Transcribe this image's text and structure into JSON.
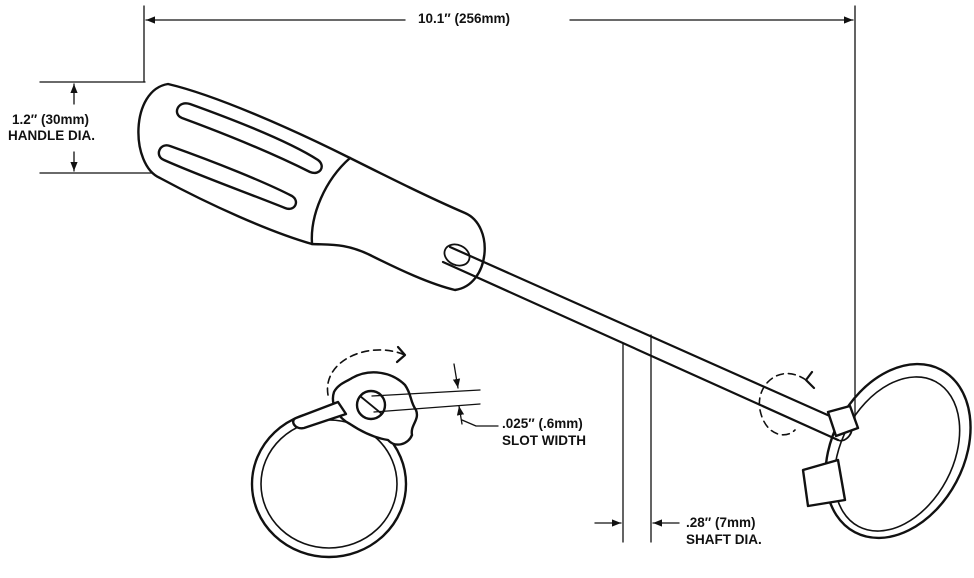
{
  "dimensions": {
    "overall_length": "10.1″ (256mm)",
    "handle_diameter": {
      "value": "1.2″ (30mm)",
      "caption": "HANDLE DIA."
    },
    "slot_width": {
      "value": ".025″ (.6mm)",
      "caption": "SLOT WIDTH"
    },
    "shaft_diameter": {
      "value": ".28″ (7mm)",
      "caption": "SHAFT DIA."
    }
  }
}
